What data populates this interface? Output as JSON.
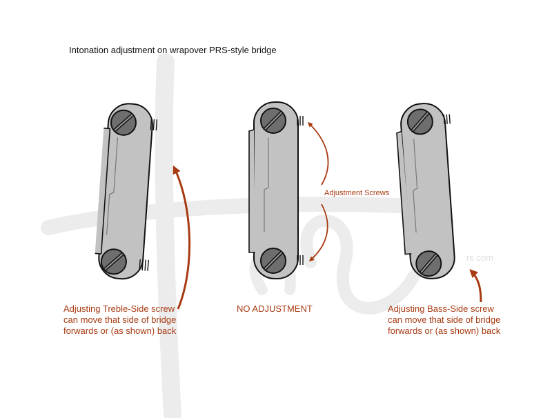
{
  "title": "Intonation adjustment on wrapover PRS-style bridge",
  "watermark": "Haze",
  "watermark_suffix": "rs.com",
  "screws_label": "Adjustment Screws",
  "captions": {
    "left": [
      "Adjusting Treble-Side screw",
      "can move that side of bridge",
      "forwards or (as shown) back"
    ],
    "middle": [
      "NO ADJUSTMENT"
    ],
    "right": [
      "Adjusting Bass-Side screw",
      "can move that side of bridge",
      "forwards or (as shown) back"
    ]
  },
  "colors": {
    "accent": "#a83a12",
    "bridge_fill": "#c2c2c2",
    "screw_fill": "#6e6e6e",
    "outline": "#111111",
    "watermark": "#ebebeb"
  }
}
